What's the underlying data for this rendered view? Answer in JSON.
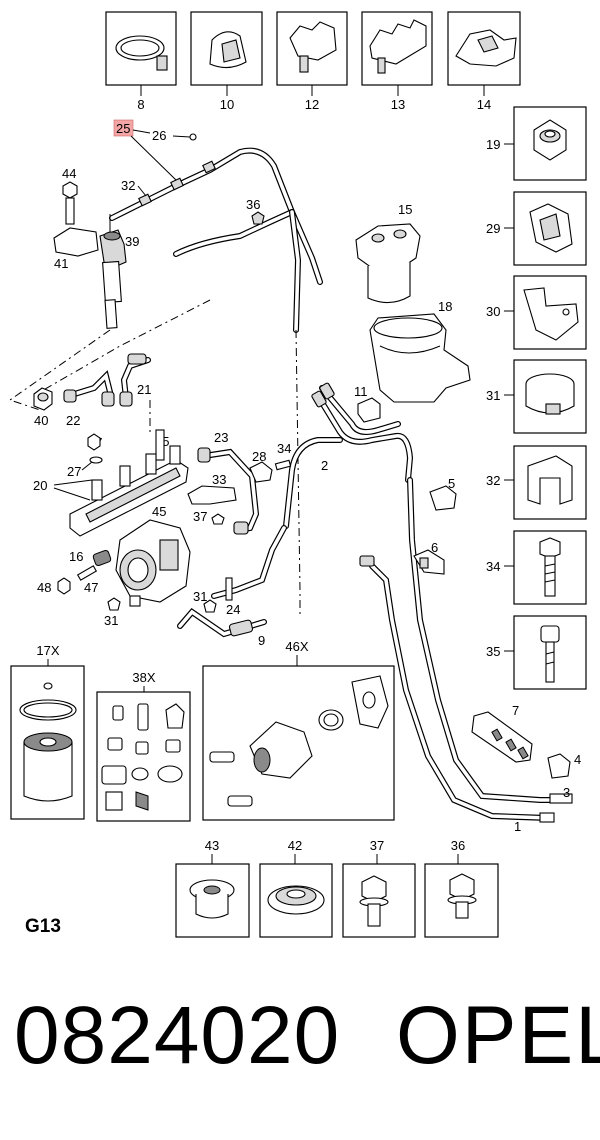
{
  "diagram": {
    "code": "G13",
    "part_number": "0824020",
    "brand": "OPEL",
    "highlighted_callout": "25",
    "highlight_color": "#f4a6a6",
    "callouts": {
      "c8": "8",
      "c10": "10",
      "c12": "12",
      "c13": "13",
      "c14": "14",
      "c25": "25",
      "c26": "26",
      "c44": "44",
      "c32": "32",
      "c36": "36",
      "c39": "39",
      "c41": "41",
      "c15": "15",
      "c18": "18",
      "c19": "19",
      "c29": "29",
      "c30": "30",
      "c31r": "31",
      "c32r": "32",
      "c34r": "34",
      "c35r": "35",
      "c21": "21",
      "c40": "40",
      "c22": "22",
      "c11": "11",
      "c35": "35",
      "c23": "23",
      "c28": "28",
      "c34": "34",
      "c2": "2",
      "c27": "27",
      "c20": "20",
      "c33": "33",
      "c5": "5",
      "c45": "45",
      "c37": "37",
      "c6": "6",
      "c16": "16",
      "c47": "47",
      "c48": "48",
      "c31": "31",
      "c31b": "31",
      "c24": "24",
      "c9": "9",
      "c17x": "17X",
      "c38x": "38X",
      "c46x": "46X",
      "c7": "7",
      "c4": "4",
      "c3": "3",
      "c1": "1",
      "c43": "43",
      "c42": "42",
      "c37b": "37",
      "c36b": "36"
    }
  }
}
